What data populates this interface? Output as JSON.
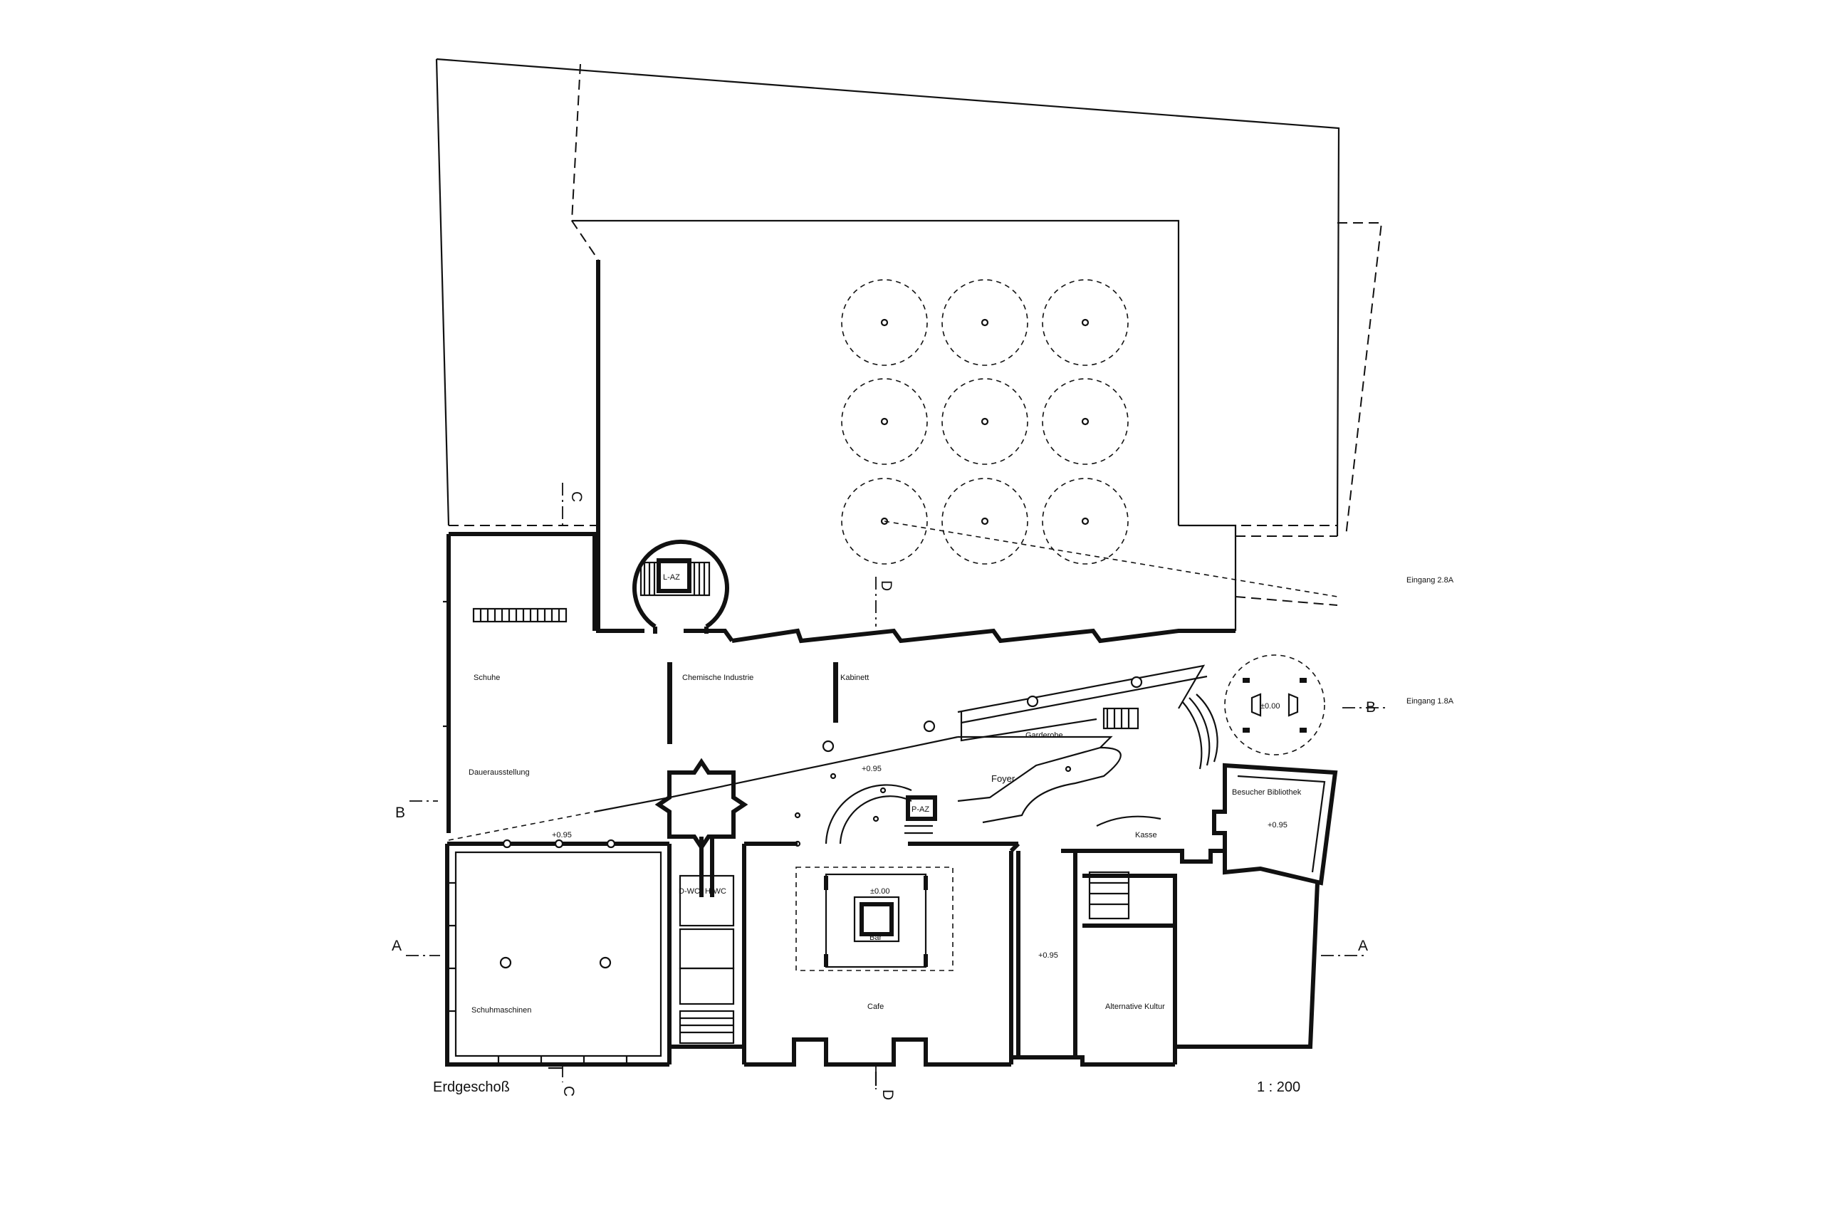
{
  "drawing": {
    "title": "Erdgeschoß",
    "scale": "1 : 200"
  },
  "rooms": {
    "schuhe": "Schuhe",
    "chemische_industrie": "Chemische Industrie",
    "kabinett": "Kabinett",
    "dauerausstellung": "Dauerausstellung",
    "garderobe": "Garderobe",
    "foyer": "Foyer",
    "besucher_bibliothek": "Besucher Bibliothek",
    "kasse": "Kasse",
    "schuhmaschinen": "Schuhmaschinen",
    "cafe": "Cafe",
    "bar": "Bar",
    "alternative_kultur": "Alternative Kultur",
    "d_wc": "D-WC",
    "h_wc": "H-WC",
    "l_az": "L-AZ",
    "p_az": "P-AZ"
  },
  "levels": {
    "foyer": "+0.95",
    "west_strip": "+0.95",
    "bibliothek": "+0.95",
    "hall": "+0.95",
    "cafe": "±0.00",
    "entrance_rotunda": "±0.00"
  },
  "entrances": {
    "eingang_2": "Eingang 2.8A",
    "eingang_1": "Eingang 1.8A"
  },
  "section_marks": {
    "a": "A",
    "b": "B",
    "c": "C",
    "d": "D"
  }
}
